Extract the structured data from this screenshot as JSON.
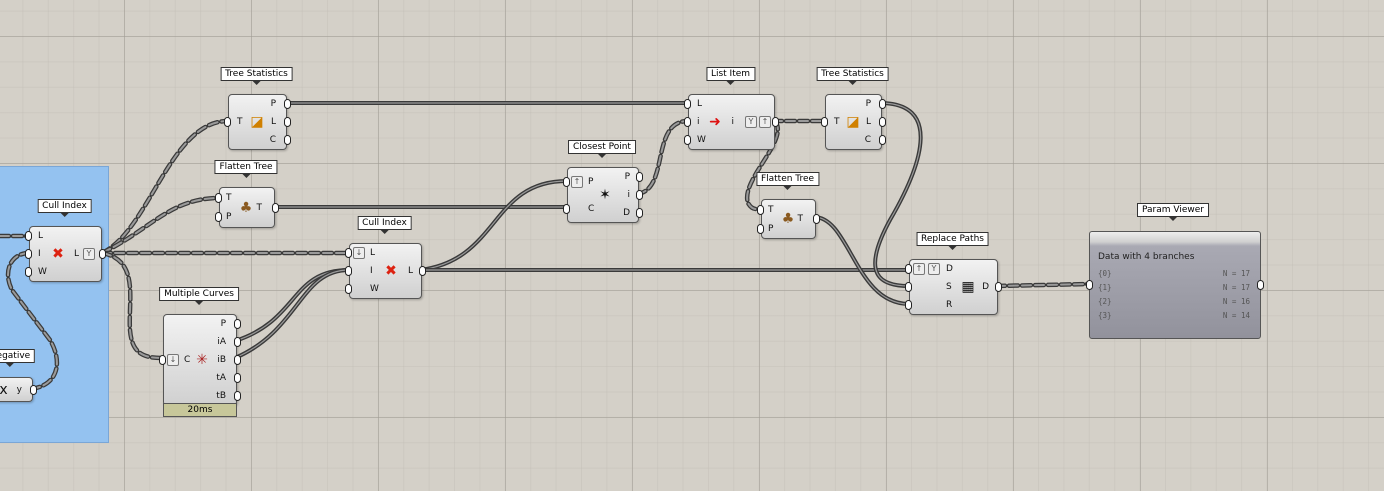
{
  "nodes": [
    {
      "id": "tree_stats_1",
      "title": "Tree Statistics",
      "inputs": [
        "T"
      ],
      "outputs": [
        "P",
        "L",
        "C"
      ],
      "icon": "tree-statistics-icon"
    },
    {
      "id": "flatten_tree_1",
      "title": "Flatten Tree",
      "inputs": [
        "T",
        "P"
      ],
      "outputs": [
        "T"
      ],
      "icon": "stump-icon"
    },
    {
      "id": "cull_index_1",
      "title": "Cull Index",
      "inputs": [
        "L",
        "I",
        "W"
      ],
      "outputs": [
        "L"
      ],
      "icon": "cull-index-icon"
    },
    {
      "id": "cull_index_2",
      "title": "Cull Index",
      "inputs": [
        "L",
        "I",
        "W"
      ],
      "outputs": [
        "L"
      ],
      "icon": "cull-index-icon"
    },
    {
      "id": "multiple_curves",
      "title": "Multiple Curves",
      "inputs": [
        "C"
      ],
      "outputs": [
        "P",
        "iA",
        "iB",
        "tA",
        "tB"
      ],
      "icon": "curve-intersection-icon"
    },
    {
      "id": "negative",
      "title": "Negative",
      "inputs": [],
      "outputs": [
        "y"
      ],
      "icon": "negative-x-icon"
    },
    {
      "id": "closest_point",
      "title": "Closest Point",
      "inputs": [
        "P",
        "C"
      ],
      "outputs": [
        "P",
        "i",
        "D"
      ],
      "icon": "closest-point-icon"
    },
    {
      "id": "list_item",
      "title": "List Item",
      "inputs": [
        "L",
        "i",
        "W"
      ],
      "outputs": [
        "i"
      ],
      "icon": "list-item-icon"
    },
    {
      "id": "tree_stats_2",
      "title": "Tree Statistics",
      "inputs": [
        "T"
      ],
      "outputs": [
        "P",
        "L",
        "C"
      ],
      "icon": "tree-statistics-icon"
    },
    {
      "id": "flatten_tree_2",
      "title": "Flatten Tree",
      "inputs": [
        "T",
        "P"
      ],
      "outputs": [
        "T"
      ],
      "icon": "stump-icon"
    },
    {
      "id": "replace_paths",
      "title": "Replace Paths",
      "inputs": [
        "D",
        "S",
        "R"
      ],
      "outputs": [
        "D"
      ],
      "icon": "replace-paths-icon"
    }
  ],
  "timer": "20ms",
  "param_viewer": {
    "title": "Param Viewer",
    "summary": "Data with 4 branches",
    "branches": [
      {
        "path": "{0}",
        "count": "N = 17"
      },
      {
        "path": "{1}",
        "count": "N = 17"
      },
      {
        "path": "{2}",
        "count": "N = 16"
      },
      {
        "path": "{3}",
        "count": "N = 14"
      }
    ]
  },
  "colors": {
    "canvas": "#d4d0c8",
    "group": "#94c2f0",
    "timer": "#c7c79a"
  }
}
